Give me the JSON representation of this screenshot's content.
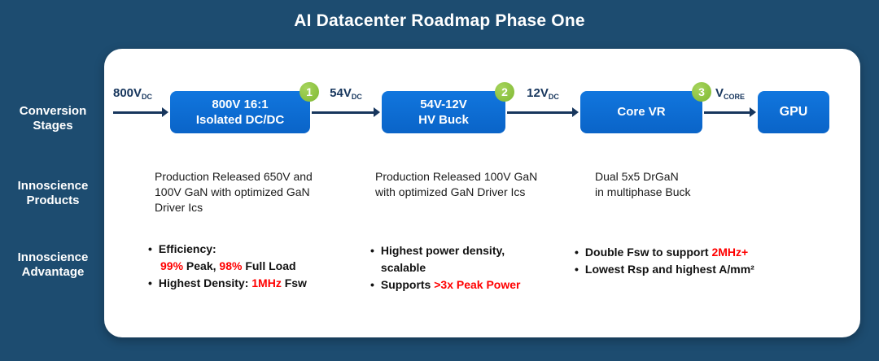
{
  "title": "AI Datacenter Roadmap Phase One",
  "row_labels": {
    "conversion": "Conversion Stages",
    "products": "Innoscience Products",
    "advantage": "Innoscience Advantage"
  },
  "flow": {
    "input_label": {
      "main": "800V",
      "sub": "DC"
    },
    "boxes": [
      {
        "line1": "800V 16:1",
        "line2": "Isolated DC/DC",
        "badge": "1"
      },
      {
        "line1": "54V-12V",
        "line2": "HV Buck",
        "badge": "2"
      },
      {
        "line1": "Core VR",
        "badge": "3"
      },
      {
        "line1": "GPU"
      }
    ],
    "arrows": [
      {
        "main": "54V",
        "sub": "DC"
      },
      {
        "main": "12V",
        "sub": "DC"
      },
      {
        "main": "V",
        "sub": "CORE"
      }
    ]
  },
  "products": {
    "col1": "Production Released 650V and 100V GaN with optimized GaN Driver Ics",
    "col2": "Production Released 100V GaN with optimized GaN Driver Ics",
    "col3_line1": "Dual 5x5 DrGaN",
    "col3_line2": "in multiphase Buck"
  },
  "advantage": {
    "col1": {
      "b1_label": "Efficiency:",
      "b1_red1": "99%",
      "b1_mid": " Peak, ",
      "b1_red2": "98%",
      "b1_end": " Full Load",
      "b2_pre": "Highest Density: ",
      "b2_red": "1MHz",
      "b2_end": " Fsw"
    },
    "col2": {
      "b1": "Highest power density, scalable",
      "b2_pre": "Supports ",
      "b2_red": ">3x Peak Power"
    },
    "col3": {
      "b1_pre": "Double Fsw to support ",
      "b1_red": "2MHz+",
      "b2": "Lowest Rsp and highest A/mm²"
    }
  },
  "colors": {
    "background": "#1d4c70",
    "card": "#ffffff",
    "stage_box_blue": "#0c6fd6",
    "badge_green": "#8dc63f",
    "arrow_navy": "#17365d",
    "highlight_red": "#ff0000"
  }
}
